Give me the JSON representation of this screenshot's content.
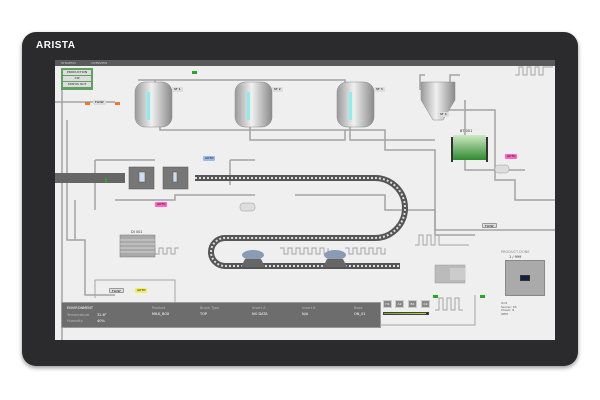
{
  "device": {
    "brand": "ARISTA"
  },
  "titlebar": {
    "items": [
      "STRATEGY",
      "OVERVIEW"
    ]
  },
  "menu": {
    "items": [
      "PRODUCTION",
      "CIP",
      "STATUS OUT"
    ]
  },
  "labels": {
    "flow": "FLOW",
    "tank1": "ST 1",
    "tank2": "ST 2",
    "tank3": "ST 3",
    "hopper": "ST 4",
    "heat_exchanger": "BT 001",
    "dryer": "DI 001",
    "product_done_title": "PRODUCT DONE",
    "product_done_value": "1 / 999",
    "auto": "AUTO"
  },
  "environment": {
    "title": "ENVIRONMENT",
    "temperature_label": "Temperature",
    "temperature": "32.6°",
    "humidity_label": "Humidity",
    "humidity": "40%"
  },
  "info": [
    {
      "label": "Product",
      "value": "MILK_BOX"
    },
    {
      "label": "Brush Type",
      "value": "TOP"
    },
    {
      "label": "Insert A",
      "value": "NO DATA"
    },
    {
      "label": "Insert B",
      "value": "N/A"
    },
    {
      "label": "Base",
      "value": "ON_01"
    }
  ],
  "buttons": [
    "H1",
    "A2",
    "B1",
    "C2"
  ],
  "progress": {
    "value": 0.95
  },
  "status": [
    "Unit",
    "Server: 03",
    "Check: 8",
    "OEM"
  ],
  "colors": {
    "bezel": "#2b2b2d",
    "screen": "#efefef",
    "accent_green": "#5fa25f",
    "pipe": "#9a9a9a"
  }
}
